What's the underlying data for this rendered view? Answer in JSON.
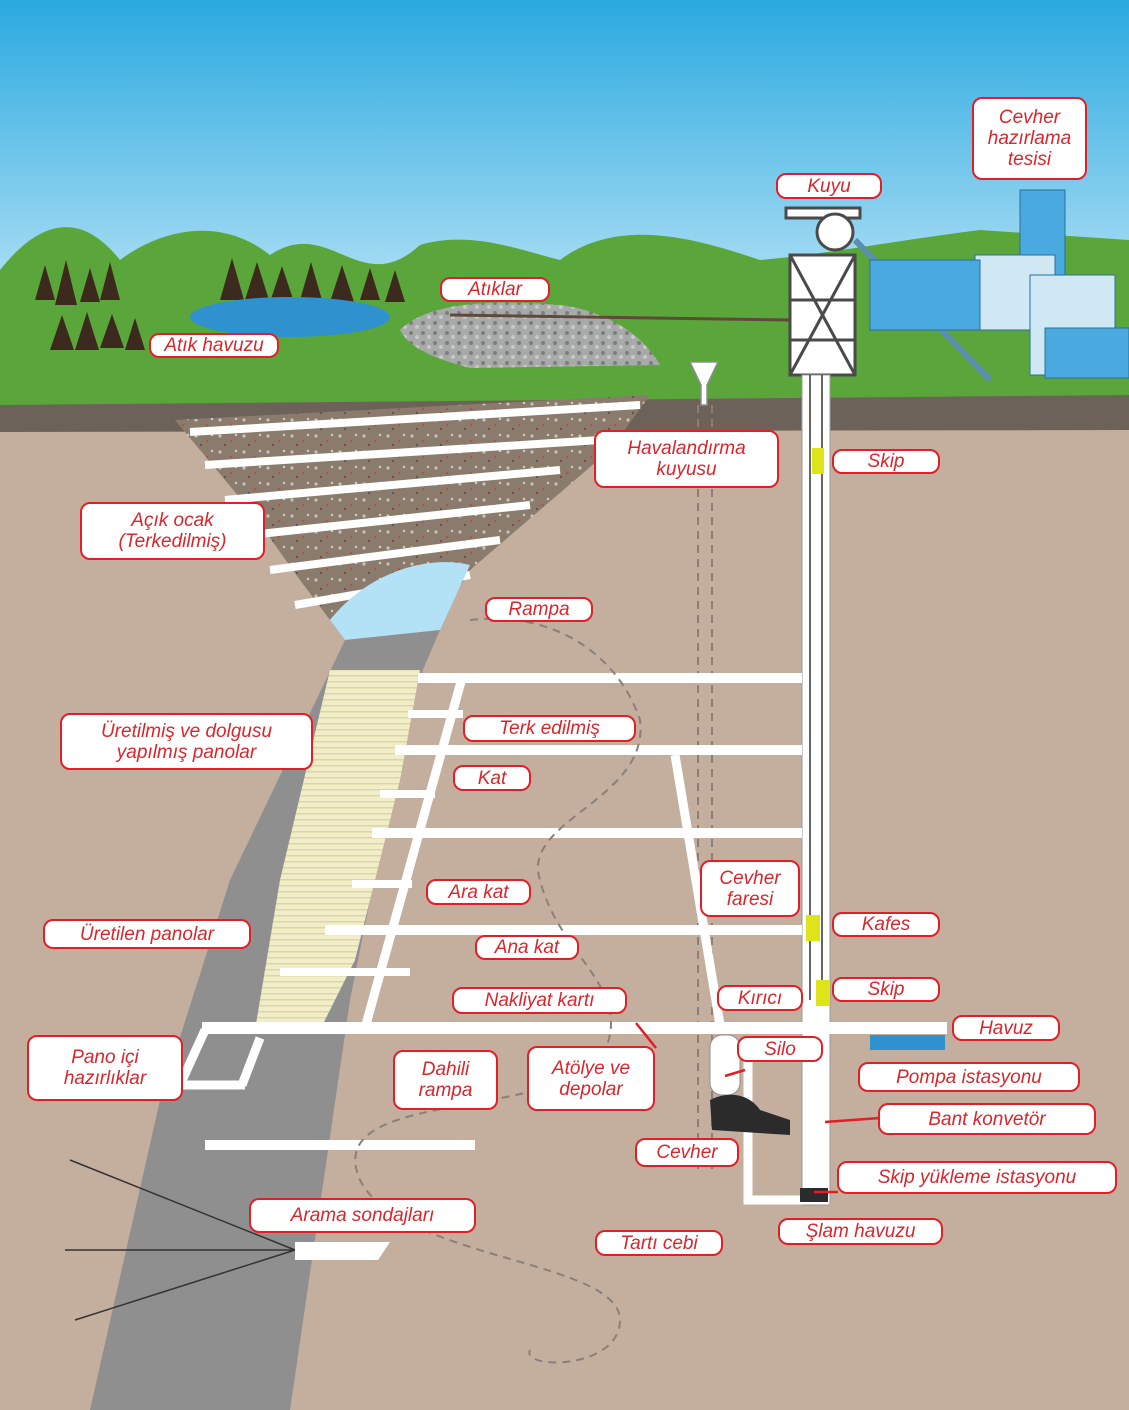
{
  "colors": {
    "sky_top": "#2aa9e0",
    "sky_bottom": "#e6f6fd",
    "hills": "#5aa63a",
    "ground": "#c4ae9e",
    "label_border": "#e21f26",
    "label_text": "#d9262c",
    "water": "#b3e2f6",
    "tunnel": "#ffffff",
    "fill_stripes": "#f1edc8",
    "ore": "#2b2b2b",
    "skip": "#dfe31a"
  },
  "labels": {
    "cevher_hazirlama_tesisi": "Cevher\nhazırlama\ntesisi",
    "kuyu": "Kuyu",
    "atiklar": "Atıklar",
    "atik_havuzu": "Atık havuzu",
    "havalandirma_kuyusu": "Havalandırma\nkuyusu",
    "skip_top": "Skip",
    "acik_ocak": "Açık ocak\n(Terkedilmiş)",
    "rampa": "Rampa",
    "uretilmis_dolgulu": "Üretilmiş ve dolgusu\nyapılmış panolar",
    "terk_edilmis": "Terk edilmiş",
    "kat": "Kat",
    "cevher_faresi": "Cevher\nfaresi",
    "ara_kat": "Ara kat",
    "kafes": "Kafes",
    "uretilen_panolar": "Üretilen panolar",
    "ana_kat": "Ana kat",
    "skip_middle": "Skip",
    "kirici": "Kırıcı",
    "nakliyat_karti": "Nakliyat kartı",
    "havuz": "Havuz",
    "pano_ici": "Pano içi\nhazırlıklar",
    "dahili_rampa": "Dahili\nrampa",
    "atolye": "Atölye ve\ndepolar",
    "silo": "Silo",
    "pompa": "Pompa istasyonu",
    "bant": "Bant konvetör",
    "cevher": "Cevher",
    "skip_yukleme": "Skip yükleme istasyonu",
    "arama": "Arama sondajları",
    "tarti": "Tartı cebi",
    "slam": "Şlam havuzu"
  }
}
